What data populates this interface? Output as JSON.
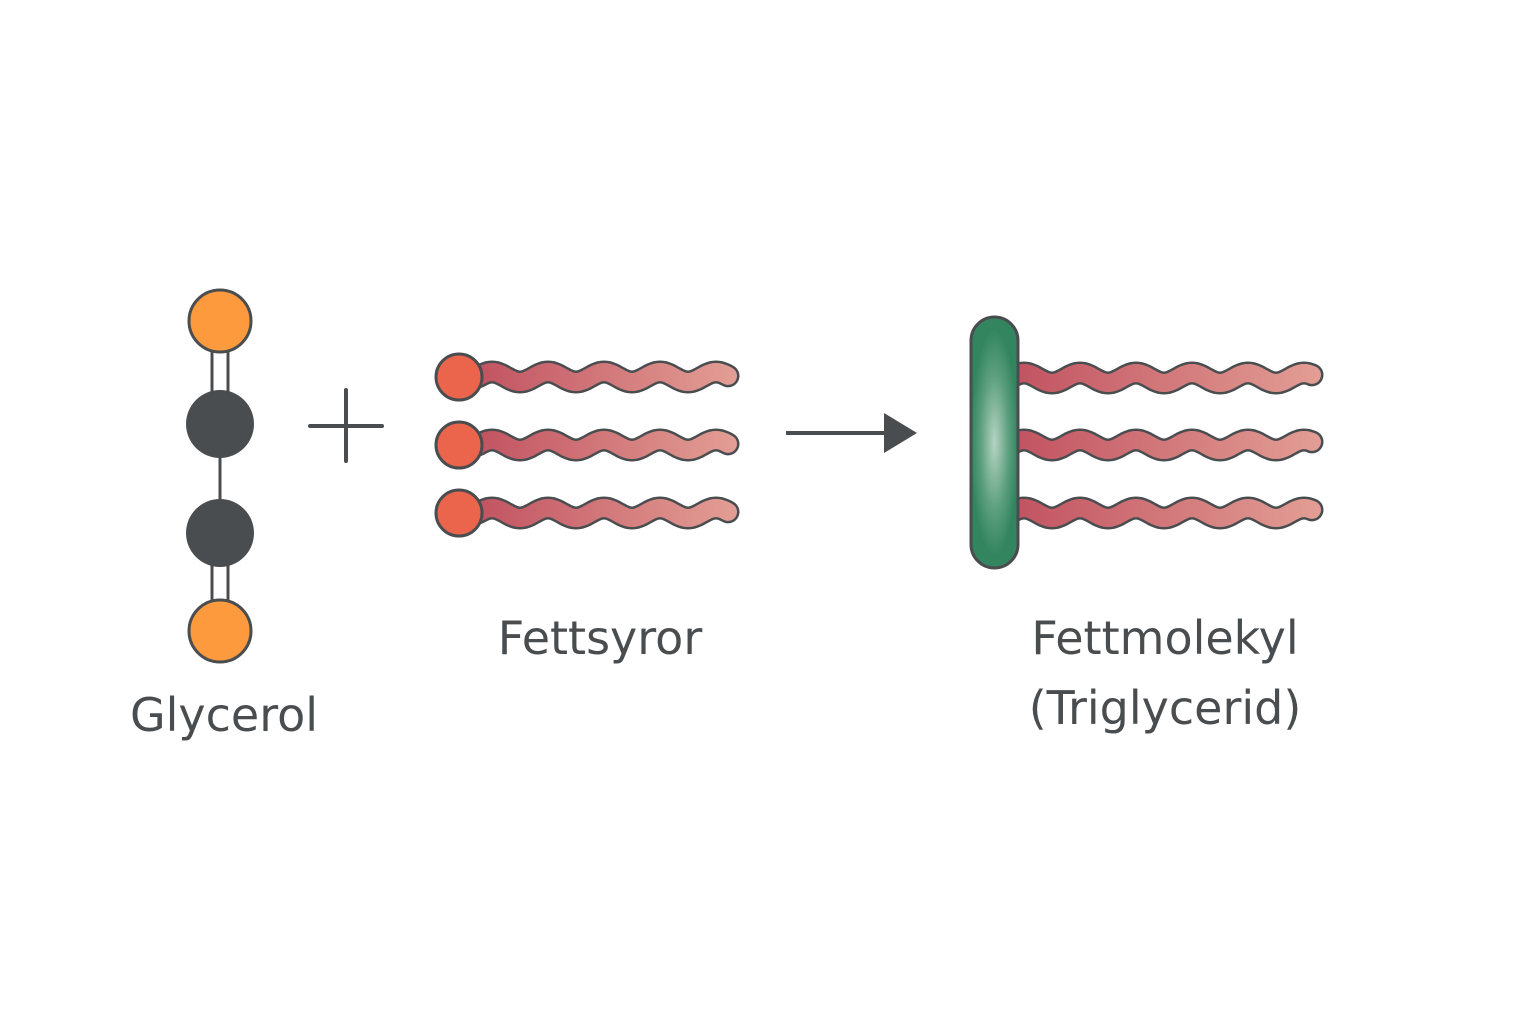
{
  "labels": {
    "glycerol": "Glycerol",
    "fatty_acids": "Fettsyror",
    "fat_molecule_line1": "Fettmolekyl",
    "fat_molecule_line2": "(Triglycerid)"
  },
  "colors": {
    "outline": "#4a4d4f",
    "glycerol_oxygen": "#fd9a3e",
    "glycerol_carbon": "#4a4d4f",
    "acid_head": "#ea654b",
    "tail_start": "#c25462",
    "tail_end": "#e39f95",
    "backbone_dark": "#338560",
    "backbone_light": "#a8cbb8",
    "text": "#4a4d4f"
  },
  "fatty_acid_count": 3
}
